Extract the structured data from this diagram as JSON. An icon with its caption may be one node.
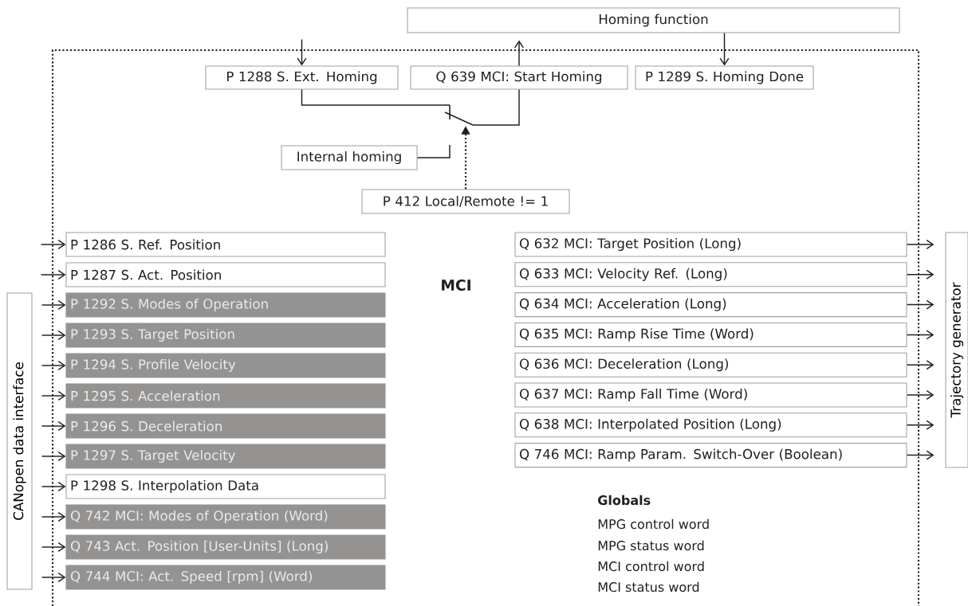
{
  "diagram": {
    "nodes": [
      {
        "text": [
          "Homing function"
        ]
      },
      {
        "text": [
          "P 1288 S. Ext. Homing"
        ]
      },
      {
        "text": [
          "Q 639 MCI: Start Homing"
        ]
      },
      {
        "text": [
          "P 1289 S. Homing Done"
        ]
      },
      {
        "text": [],
        "shape": "switch"
      },
      {
        "text": [
          "Internal homing"
        ]
      },
      {
        "text": [
          "P 412 Local/Remote != 1"
        ]
      },
      {
        "text": [
          "P 1286 S. Ref. Position"
        ]
      },
      {
        "text": [
          "P 1287 S. Act. Position"
        ]
      },
      {
        "text": [
          "P 1292 S. Modes of Operation"
        ]
      },
      {
        "text": [
          "P 1293 S. Target Position"
        ]
      },
      {
        "text": [
          "P 1294 S. Profile Velocity"
        ]
      },
      {
        "text": [
          "P 1295 S. Acceleration"
        ]
      },
      {
        "text": [
          "P 1296 S. Deceleration"
        ]
      },
      {
        "text": [
          "P 1297 S. Target Velocity"
        ]
      },
      {
        "text": [
          "P 1298 S. Interpolation Data"
        ]
      },
      {
        "text": [
          "Q 742 MCI: Modes of Operation (Word)"
        ]
      },
      {
        "text": [
          "Q 743 Act. Position [User-Units] (Long)"
        ]
      },
      {
        "text": [
          "Q 744 MCI: Act. Speed [rpm] (Word)"
        ]
      },
      {
        "text": [
          "CANopen data interface"
        ]
      },
      {
        "text": [
          "Q 632 MCI: Target Position (Long)"
        ]
      },
      {
        "text": [
          "Q 633 MCI: Velocity Ref. (Long)"
        ]
      },
      {
        "text": [
          "Q 634 MCI: Acceleration (Long)"
        ]
      },
      {
        "text": [
          "Q 635 MCI: Ramp Rise Time (Word)"
        ]
      },
      {
        "text": [
          "Q 636 MCI: Deceleration (Long)"
        ]
      },
      {
        "text": [
          "Q 637 MCI: Ramp Fall Time (Word)"
        ]
      },
      {
        "text": [
          "Q 638 MCI: Interpolated Position (Long)"
        ]
      },
      {
        "text": [
          "Q 746 MCI: Ramp Param. Switch-Over (Boolean)"
        ]
      },
      {
        "text": [
          "Trajectory generator"
        ]
      }
    ],
    "edges": [
      {
        "from": null,
        "to": 1,
        "arrow": "to"
      },
      {
        "from": 2,
        "to": 0,
        "arrow": "to"
      },
      {
        "from": 0,
        "to": 3,
        "arrow": "to"
      },
      {
        "from": 1,
        "to": 4,
        "arrow": "none"
      },
      {
        "from": 5,
        "to": 4,
        "arrow": "none"
      },
      {
        "from": 4,
        "to": 2,
        "arrow": "none"
      },
      {
        "from": 6,
        "to": 4,
        "arrow": "to",
        "style": "dashed"
      },
      {
        "from": null,
        "to": 7,
        "arrow": "to"
      },
      {
        "from": null,
        "to": 8,
        "arrow": "to"
      },
      {
        "from": 19,
        "to": 9,
        "arrow": "to"
      },
      {
        "from": 19,
        "to": 10,
        "arrow": "to"
      },
      {
        "from": 19,
        "to": 11,
        "arrow": "to"
      },
      {
        "from": 19,
        "to": 12,
        "arrow": "to"
      },
      {
        "from": 19,
        "to": 13,
        "arrow": "to"
      },
      {
        "from": 19,
        "to": 14,
        "arrow": "to"
      },
      {
        "from": 19,
        "to": 15,
        "arrow": "to"
      },
      {
        "from": 19,
        "to": 16,
        "arrow": "to"
      },
      {
        "from": 19,
        "to": 17,
        "arrow": "to"
      },
      {
        "from": 19,
        "to": 18,
        "arrow": "to"
      },
      {
        "from": 20,
        "to": 28,
        "arrow": "to"
      },
      {
        "from": 21,
        "to": 28,
        "arrow": "to"
      },
      {
        "from": 22,
        "to": 28,
        "arrow": "to"
      },
      {
        "from": 23,
        "to": 28,
        "arrow": "to"
      },
      {
        "from": 24,
        "to": 28,
        "arrow": "to"
      },
      {
        "from": 25,
        "to": 28,
        "arrow": "to"
      },
      {
        "from": 26,
        "to": 28,
        "arrow": "to"
      },
      {
        "from": 27,
        "to": 28,
        "arrow": "to"
      }
    ],
    "labels": [
      "MCI",
      "Globals",
      "MPG control word",
      "MPG status word",
      "MCI control word",
      "MCI status word"
    ]
  }
}
